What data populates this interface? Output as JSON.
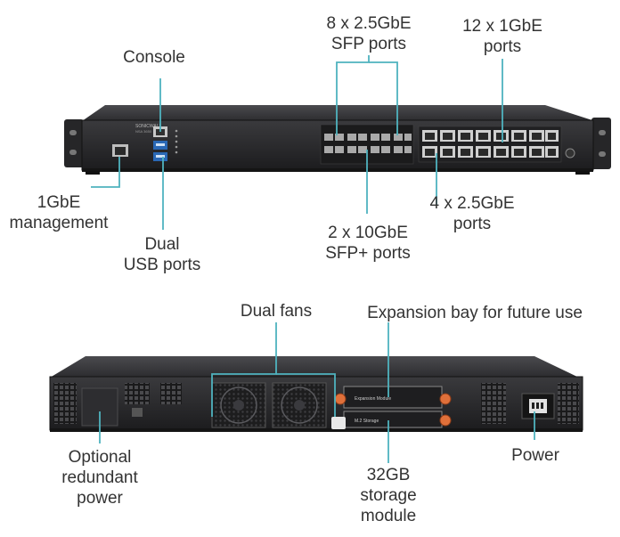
{
  "labels": {
    "console": "Console",
    "sfp25": [
      "8 x 2.5GbE",
      "SFP ports"
    ],
    "gbe12": [
      "12 x 1GbE",
      "ports"
    ],
    "mgmt": [
      "1GbE",
      "management"
    ],
    "usb": [
      "Dual",
      "USB ports"
    ],
    "sfp10": [
      "2 x 10GbE",
      "SFP+ ports"
    ],
    "gbe4": [
      "4 x 2.5GbE",
      "ports"
    ],
    "fans": "Dual fans",
    "expansion": "Expansion bay for future use",
    "optpower": [
      "Optional",
      "redundant",
      "power"
    ],
    "storage": [
      "32GB",
      "storage",
      "module"
    ],
    "power": "Power"
  },
  "device": {
    "brand": "SONICWALL",
    "model": "NSA 3650",
    "expansion_module": "Expansion Module",
    "storage_module": "M.2 Storage"
  },
  "colors": {
    "callout": "#4fb3bf",
    "chassis": "#2a2a2c",
    "text": "#333333",
    "accent": "#e0703a"
  }
}
